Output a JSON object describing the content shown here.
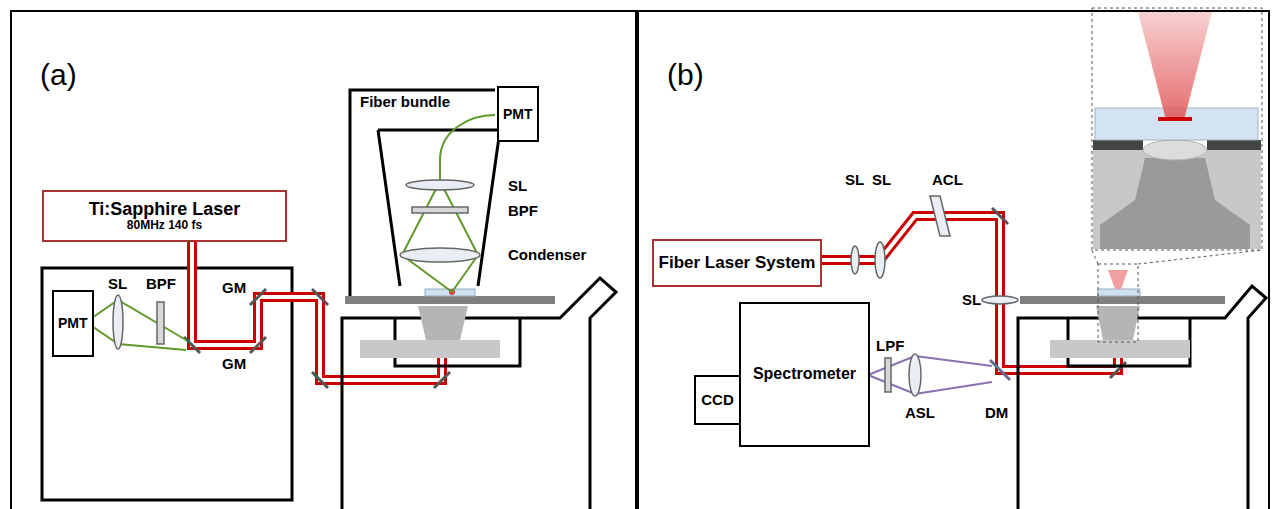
{
  "diagram": {
    "nodes": [
      {
        "text": [
          "(a)"
        ]
      },
      {
        "text": [
          "PMT"
        ],
        "in": 0
      },
      {
        "text": [
          "Ti:Sapphire Laser",
          "80MHz 140 fs"
        ],
        "in": 0
      },
      {
        "text": [
          "PMT"
        ],
        "in": 0
      },
      {
        "text": [
          "(b)"
        ]
      },
      {
        "text": [
          "Fiber Laser System"
        ],
        "in": 4
      },
      {
        "text": [
          "Spectrometer"
        ],
        "in": 4
      },
      {
        "text": [
          "CCD"
        ],
        "in": 4
      }
    ],
    "labels": [
      "Fiber bundle",
      "SL",
      "BPF",
      "Condenser",
      "SL",
      "BPF",
      "GM",
      "GM",
      "SL",
      "SL",
      "ACL",
      "SL",
      "LPF",
      "ASL",
      "DM"
    ]
  }
}
